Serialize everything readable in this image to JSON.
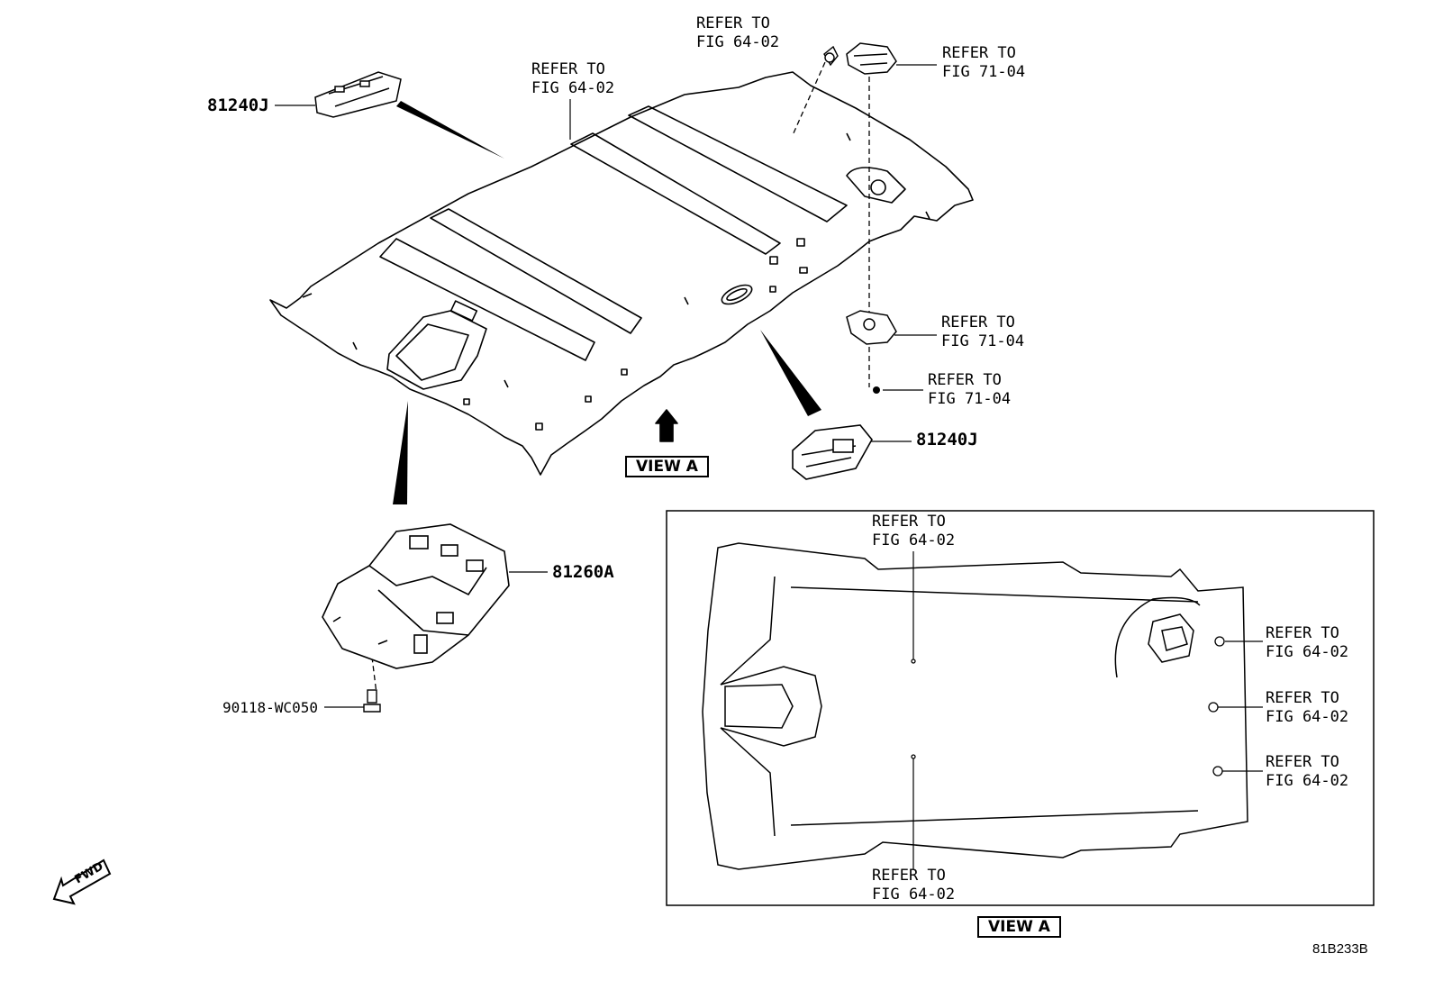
{
  "diagram_code": "81B233B",
  "view_label": "VIEW A",
  "fwd_label": "FWD",
  "refs": {
    "fig_64_02_top_right": [
      "REFER TO",
      "FIG 64-02"
    ],
    "fig_64_02_roof_center": [
      "REFER TO",
      "FIG 64-02"
    ],
    "fig_71_04_lamp_top": [
      "REFER TO",
      "FIG 71-04"
    ],
    "fig_71_04_lamp_mid": [
      "REFER TO",
      "FIG 71-04"
    ],
    "fig_71_04_screw": [
      "REFER TO",
      "FIG 71-04"
    ],
    "viewa_top": [
      "REFER TO",
      "FIG 64-02"
    ],
    "viewa_bottom": [
      "REFER TO",
      "FIG 64-02"
    ],
    "viewa_right_1": [
      "REFER TO",
      "FIG 64-02"
    ],
    "viewa_right_2": [
      "REFER TO",
      "FIG 64-02"
    ],
    "viewa_right_3": [
      "REFER TO",
      "FIG 64-02"
    ]
  },
  "parts": {
    "dome_lamp_upper": "81240J",
    "dome_lamp_lower": "81240J",
    "console_box": "81260A",
    "screw": "90118-WC050"
  }
}
